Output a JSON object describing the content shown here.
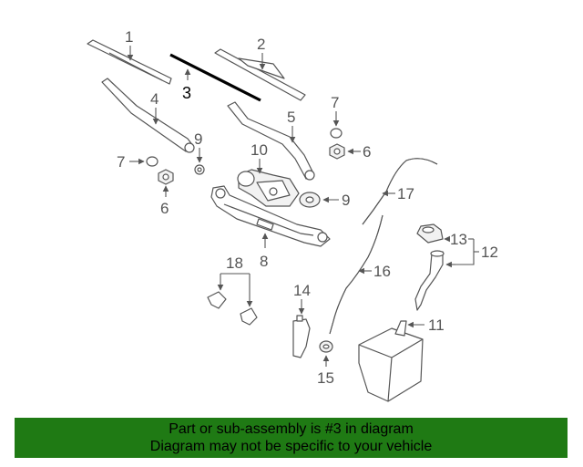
{
  "callouts": {
    "c1": "1",
    "c2": "2",
    "c3": "3",
    "c4": "4",
    "c5": "5",
    "c6a": "6",
    "c6b": "6",
    "c7a": "7",
    "c7b": "7",
    "c8": "8",
    "c9a": "9",
    "c9b": "9",
    "c10": "10",
    "c11": "11",
    "c12": "12",
    "c13": "13",
    "c14": "14",
    "c15": "15",
    "c16": "16",
    "c17": "17",
    "c18": "18"
  },
  "highlighted_part": "3",
  "banner": {
    "line1": "Part or sub-assembly is #3 in diagram",
    "line2": "Diagram may not be specific to your vehicle"
  },
  "colors": {
    "banner_bg": "#1f7a14",
    "line": "#555555",
    "highlight": "#000000"
  }
}
